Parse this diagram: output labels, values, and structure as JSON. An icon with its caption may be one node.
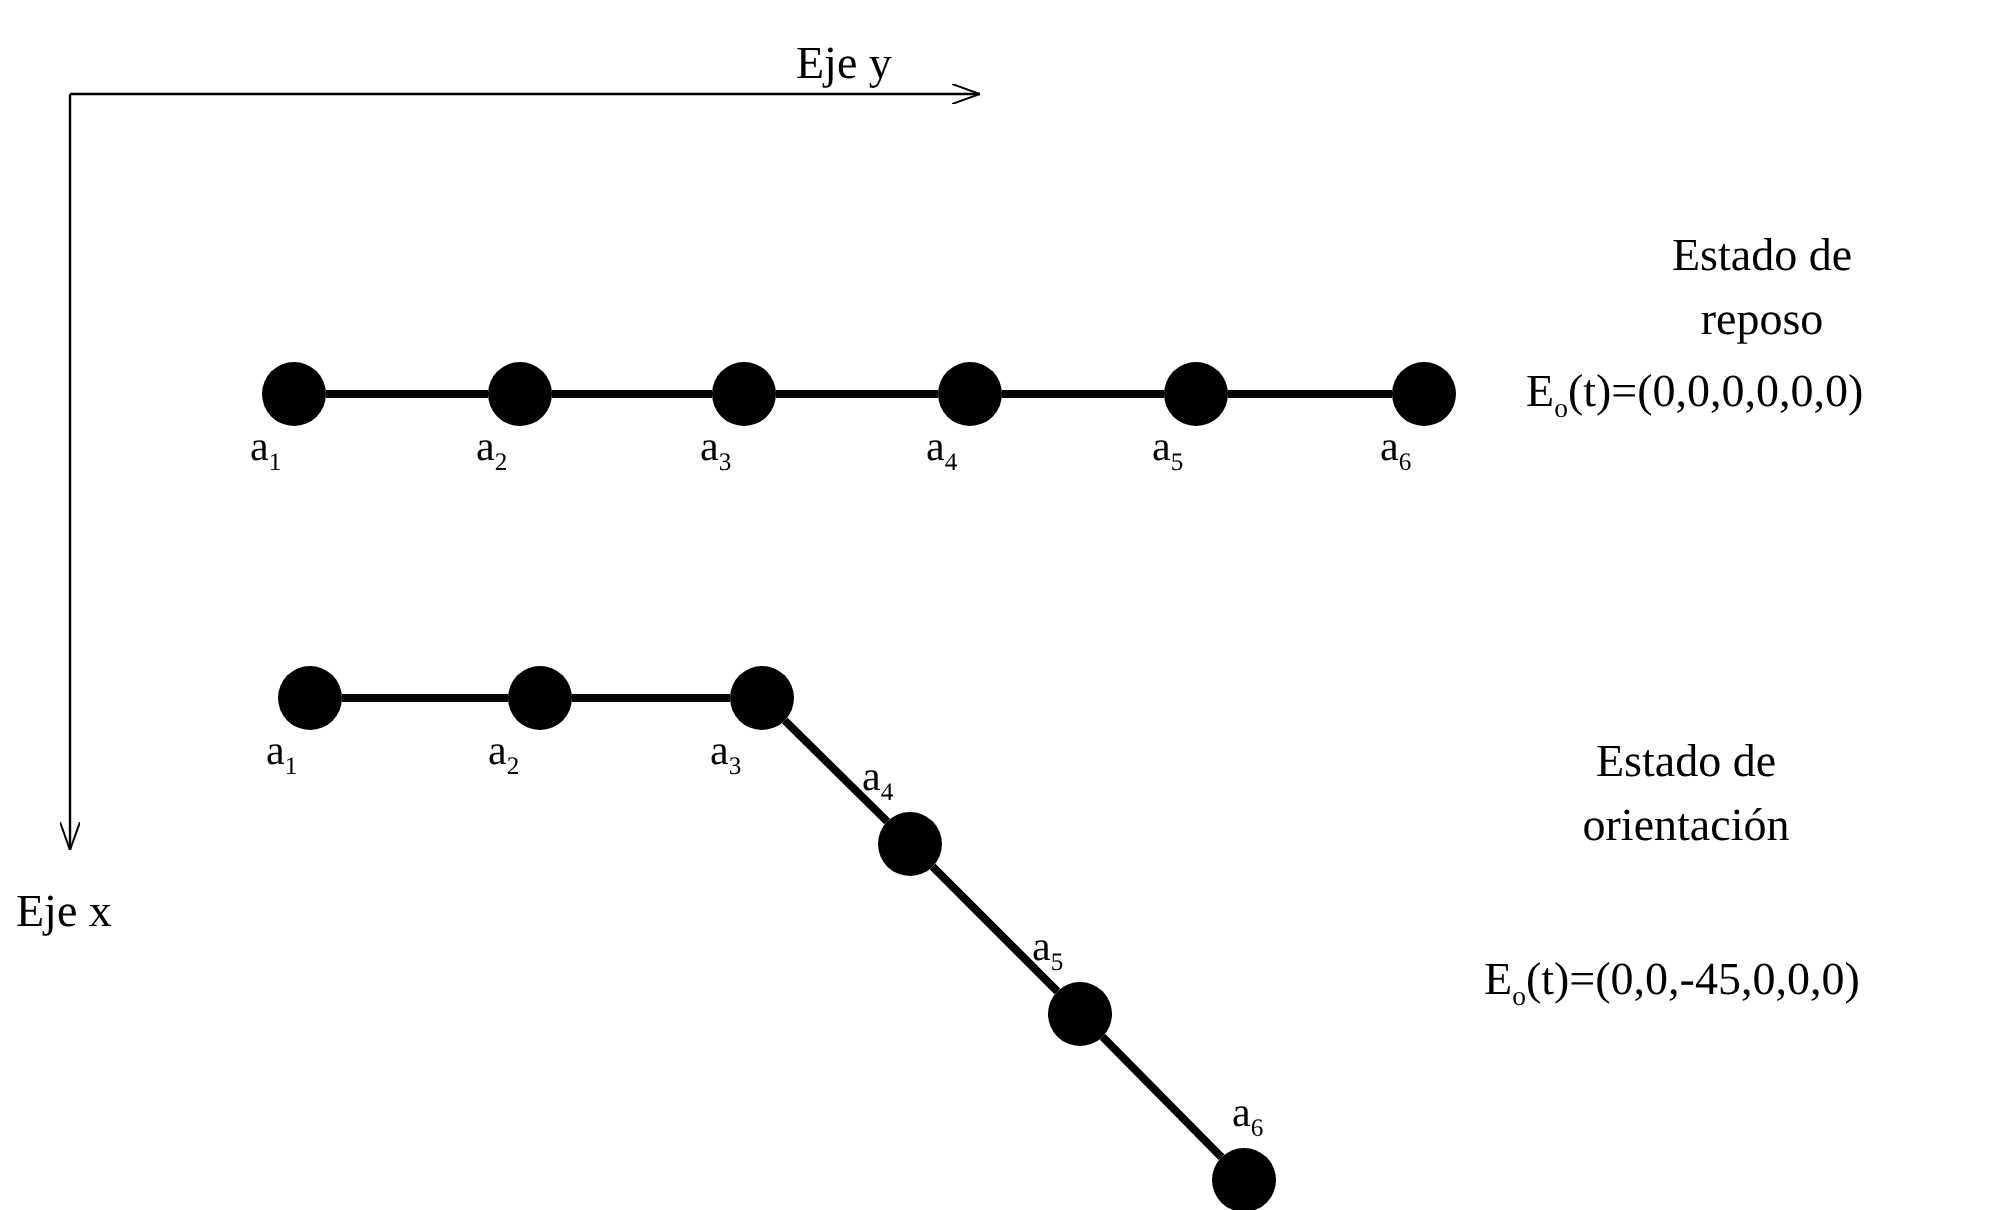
{
  "diagram": {
    "nodes": [
      {
        "text": [],
        "shape": "circle",
        "beside": [
          "a$_{1}$"
        ]
      },
      {
        "text": [],
        "shape": "circle",
        "beside": [
          "a$_{2}$"
        ]
      },
      {
        "text": [],
        "shape": "circle",
        "beside": [
          "a$_{3}$"
        ]
      },
      {
        "text": [],
        "shape": "circle",
        "beside": [
          "a$_{4}$"
        ]
      },
      {
        "text": [],
        "shape": "circle",
        "beside": [
          "a$_{5}$"
        ]
      },
      {
        "text": [],
        "shape": "circle",
        "beside": [
          "a$_{6}$"
        ]
      },
      {
        "text": [],
        "shape": "circle",
        "beside": [
          "a$_{1}$"
        ]
      },
      {
        "text": [],
        "shape": "circle",
        "beside": [
          "a$_{2}$"
        ]
      },
      {
        "text": [],
        "shape": "circle",
        "beside": [
          "a$_{3}$"
        ]
      },
      {
        "text": [],
        "shape": "circle",
        "beside": [
          "a$_{4}$"
        ]
      },
      {
        "text": [],
        "shape": "circle",
        "beside": [
          "a$_{5}$"
        ]
      },
      {
        "text": [],
        "shape": "circle",
        "beside": [
          "a$_{6}$"
        ]
      }
    ],
    "edges": [
      {
        "from": 0,
        "to": 1,
        "arrow": "none"
      },
      {
        "from": 1,
        "to": 2,
        "arrow": "none"
      },
      {
        "from": 2,
        "to": 3,
        "arrow": "none"
      },
      {
        "from": 3,
        "to": 4,
        "arrow": "none"
      },
      {
        "from": 4,
        "to": 5,
        "arrow": "none"
      },
      {
        "from": 6,
        "to": 7,
        "arrow": "none"
      },
      {
        "from": 7,
        "to": 8,
        "arrow": "none"
      },
      {
        "from": 8,
        "to": 9,
        "arrow": "none"
      },
      {
        "from": 9,
        "to": 10,
        "arrow": "none"
      },
      {
        "from": 10,
        "to": 11,
        "arrow": "none"
      }
    ],
    "labels": [
      "Eje y",
      "Estado de reposo",
      "E$_{o}$(t)=(0,0,0,0,0,0)",
      "Estado de orientación",
      "Eje x",
      "E$_{o}$(t)=(0,0,-45,0,0,0)"
    ]
  }
}
